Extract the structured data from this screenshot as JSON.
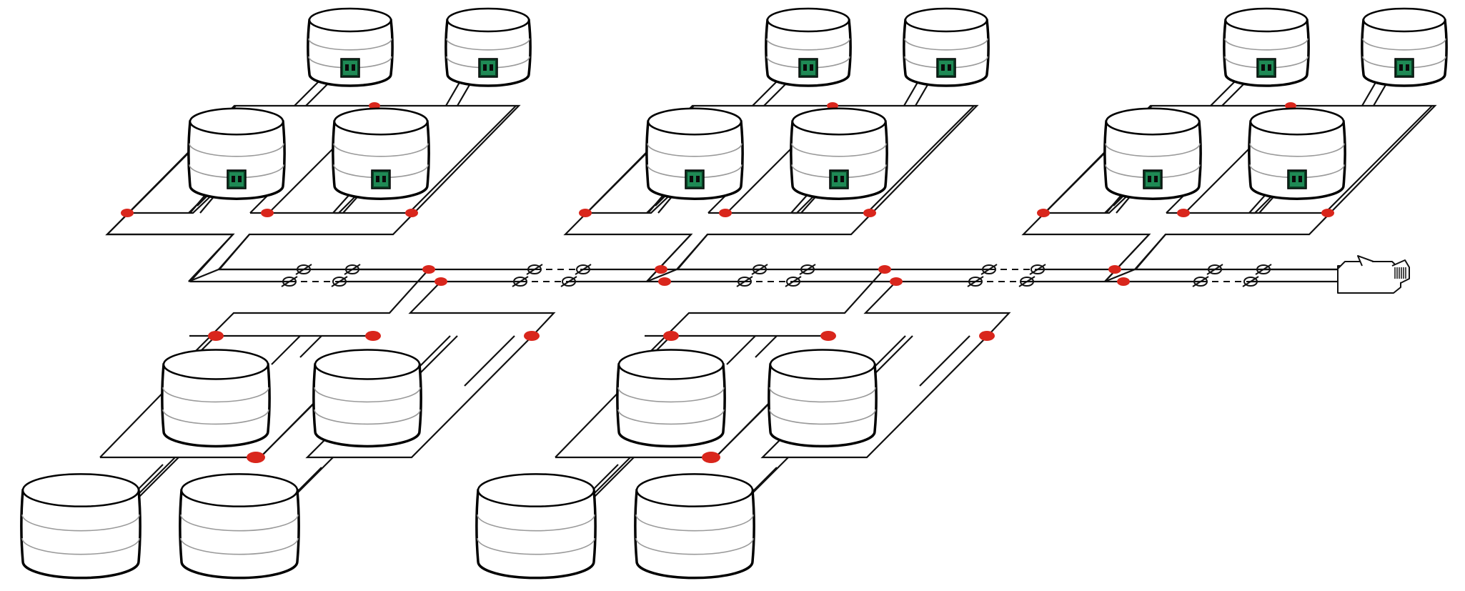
{
  "colors": {
    "wire": "#111111",
    "junction": "#d9261c",
    "drum_fill": "#ffffff",
    "drum_ring": "#9a9a9a",
    "terminal_green": "#1f8a55",
    "terminal_dark": "#0b3d24"
  },
  "icons": {
    "drum_with_terminal": "speaker-module-with-terminal-icon",
    "drum_plain": "speaker-module-icon",
    "connector": "rj45-plug-icon",
    "breaker": "slashed-circle-break-icon"
  },
  "groups": [
    {
      "name": "top-group-1",
      "modules": 4,
      "terminals": true
    },
    {
      "name": "top-group-2",
      "modules": 4,
      "terminals": true
    },
    {
      "name": "top-group-3",
      "modules": 4,
      "terminals": true
    },
    {
      "name": "bottom-group-1",
      "modules": 4,
      "terminals": false
    },
    {
      "name": "bottom-group-2",
      "modules": 4,
      "terminals": false
    }
  ]
}
